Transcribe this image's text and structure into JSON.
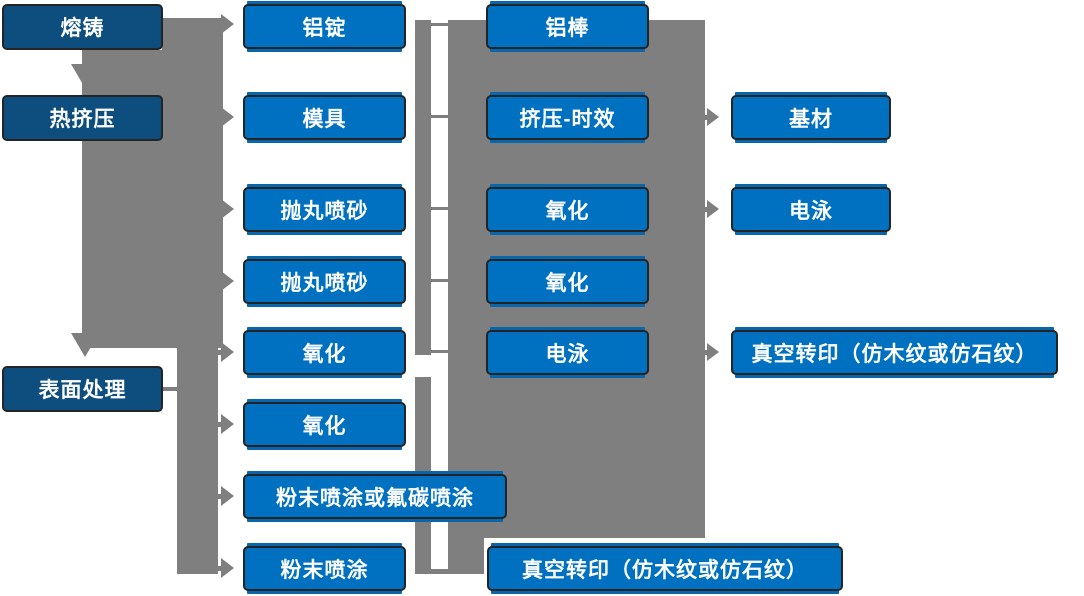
{
  "diagram": {
    "description": "Aluminum profile production process flowchart",
    "colors": {
      "background": "#ffffff",
      "process_box_blue": "#0070C0",
      "process_box_glow": "#0866AD",
      "stage_box_dark_blue": "#0D4E7E",
      "box_border": "#242424",
      "connector_gray": "#7f7f7f",
      "text": "#ffffff"
    },
    "nodes": [
      {
        "id": "melt-casting",
        "column": 1,
        "label": "熔铸",
        "style": "dark"
      },
      {
        "id": "hot-extrusion",
        "column": 1,
        "label": "热挤压",
        "style": "dark"
      },
      {
        "id": "surface-treatment",
        "column": 1,
        "label": "表面处理",
        "style": "dark"
      },
      {
        "id": "aluminum-ingot",
        "column": 2,
        "label": "铝锭",
        "style": "blue"
      },
      {
        "id": "mold",
        "column": 2,
        "label": "模具",
        "style": "blue"
      },
      {
        "id": "shot-blasting-1",
        "column": 2,
        "label": "抛丸喷砂",
        "style": "blue"
      },
      {
        "id": "shot-blasting-2",
        "column": 2,
        "label": "抛丸喷砂",
        "style": "blue"
      },
      {
        "id": "oxidation-1",
        "column": 2,
        "label": "氧化",
        "style": "blue"
      },
      {
        "id": "oxidation-2",
        "column": 2,
        "label": "氧化",
        "style": "blue"
      },
      {
        "id": "powder-or-fluorocarbon-coating",
        "column": 2,
        "label": "粉末喷涂或氟碳喷涂",
        "style": "blue"
      },
      {
        "id": "powder-coating",
        "column": 2,
        "label": "粉末喷涂",
        "style": "blue"
      },
      {
        "id": "aluminum-rod",
        "column": 3,
        "label": "铝棒",
        "style": "blue"
      },
      {
        "id": "extrusion-aging",
        "column": 3,
        "label": "挤压-时效",
        "style": "blue"
      },
      {
        "id": "oxidation-3",
        "column": 3,
        "label": "氧化",
        "style": "blue"
      },
      {
        "id": "oxidation-4",
        "column": 3,
        "label": "氧化",
        "style": "blue"
      },
      {
        "id": "electrophoresis-1",
        "column": 3,
        "label": "电泳",
        "style": "blue"
      },
      {
        "id": "vacuum-transfer-1",
        "column": 3,
        "label": "真空转印（仿木纹或仿石纹）",
        "style": "blue"
      },
      {
        "id": "base-material",
        "column": 4,
        "label": "基材",
        "style": "blue"
      },
      {
        "id": "electrophoresis-2",
        "column": 4,
        "label": "电泳",
        "style": "blue"
      },
      {
        "id": "vacuum-transfer-2",
        "column": 4,
        "label": "真空转印（仿木纹或仿石纹）",
        "style": "blue"
      }
    ],
    "arrow_targets": [
      "hot-extrusion",
      "surface-treatment",
      "aluminum-ingot",
      "mold",
      "shot-blasting-1",
      "shot-blasting-2",
      "oxidation-1",
      "oxidation-2",
      "powder-or-fluorocarbon-coating",
      "powder-coating",
      "base-material",
      "electrophoresis-2",
      "vacuum-transfer-2"
    ]
  }
}
